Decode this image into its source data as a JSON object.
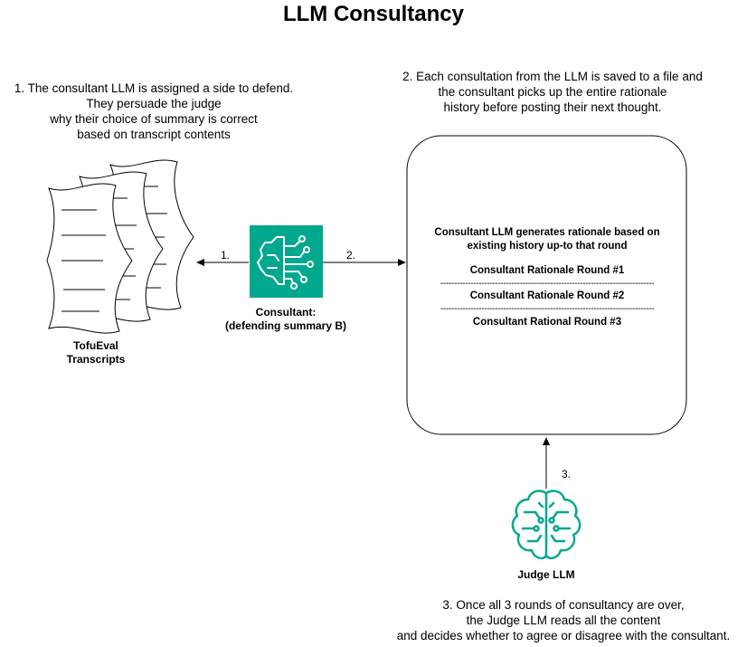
{
  "title": "LLM Consultancy",
  "note1": {
    "lines": [
      "1. The consultant LLM is assigned a side to defend.",
      "They persuade the judge",
      "why their choice of summary is correct",
      "based on transcript contents"
    ]
  },
  "note2": {
    "lines": [
      "2. Each consultation from the LLM is saved to a file and",
      "the consultant picks up the entire rationale",
      "history before posting their next thought."
    ]
  },
  "note3": {
    "lines": [
      "3. Once all 3 rounds of consultancy are over,",
      "the Judge LLM reads all the content",
      "and decides whether to agree or disagree with the consultant."
    ]
  },
  "transcripts": {
    "label_lines": [
      "TofuEval",
      "Transcripts"
    ]
  },
  "consultant": {
    "label_lines": [
      "Consultant:",
      "(defending summary B)"
    ],
    "icon": "ai-brain-icon",
    "color": "#01A88D"
  },
  "judge": {
    "label": "Judge LLM",
    "icon": "ai-brain-icon",
    "color": "#01A88D"
  },
  "arrows": {
    "a1": "1.",
    "a2": "2.",
    "a3": "3."
  },
  "rationale_box": {
    "heading_lines": [
      "Consultant LLM generates rationale based on",
      "existing history up-to that round"
    ],
    "round1": "Consultant Rationale Round #1",
    "divider1": "------------------------------------------------------------------------------",
    "round2": "Consultant Rationale Round #2",
    "divider2": "------------------------------------------------------------------------------",
    "round3": "Consultant Rational Round #3"
  }
}
